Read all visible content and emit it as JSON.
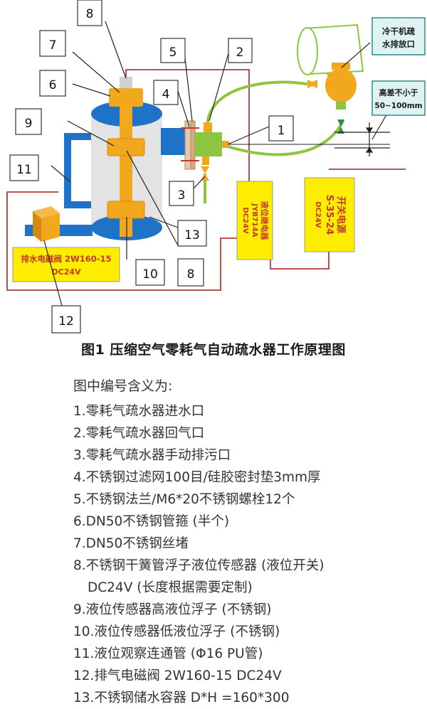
{
  "diagram": {
    "callouts": [
      "1",
      "2",
      "3",
      "4",
      "5",
      "6",
      "7",
      "8",
      "9",
      "10",
      "11",
      "12",
      "13",
      "8"
    ],
    "boxes": {
      "condenser_drain": "冷干机疏水排放口",
      "height_diff_line1": "高差不小于",
      "height_diff_line2": "50~100mm",
      "relay_title": "液位继电器",
      "relay_model": "JYB714A",
      "relay_voltage": "DC24V",
      "power_title": "开关电源",
      "power_model": "S-35-24",
      "power_voltage": "DC24V",
      "valve_line1": "排水电磁阀 2W160-15",
      "valve_line2": "DC24V"
    }
  },
  "caption": "图1 压缩空气零耗气自动疏水器工作原理图",
  "legend_title": "图中编号含义为:",
  "legend": [
    "1.零耗气疏水器进水口",
    "2.零耗气疏水器回气口",
    "3.零耗气疏水器手动排污口",
    "4.不锈钢过滤网100目/硅胶密封垫3mm厚",
    "5.不锈钢法兰/M6*20不锈钢螺栓12个",
    "6.DN50不锈钢管箍 (半个)",
    "7.DN50不锈钢丝堵",
    "8.不锈钢干簧管浮子液位传感器 (液位开关)",
    "DC24V (长度根据需要定制)",
    "9.液位传感器高液位浮子 (不锈钢)",
    "10.液位传感器低液位浮子 (不锈钢)",
    "11.液位观察连通管 (Φ16 PU管)",
    "12.排气电磁阀 2W160-15 DC24V",
    "13.不锈钢储水容器 D*H =160*300"
  ],
  "colors": {
    "tank": "#1e73c8",
    "tank_body": "#e6e6e6",
    "sensor": "#f2a81c",
    "pipe_green": "#8cc63f",
    "box_yellow": "#ffed00",
    "wire_red": "#c0392b",
    "teal_box": "#dff3f3"
  }
}
